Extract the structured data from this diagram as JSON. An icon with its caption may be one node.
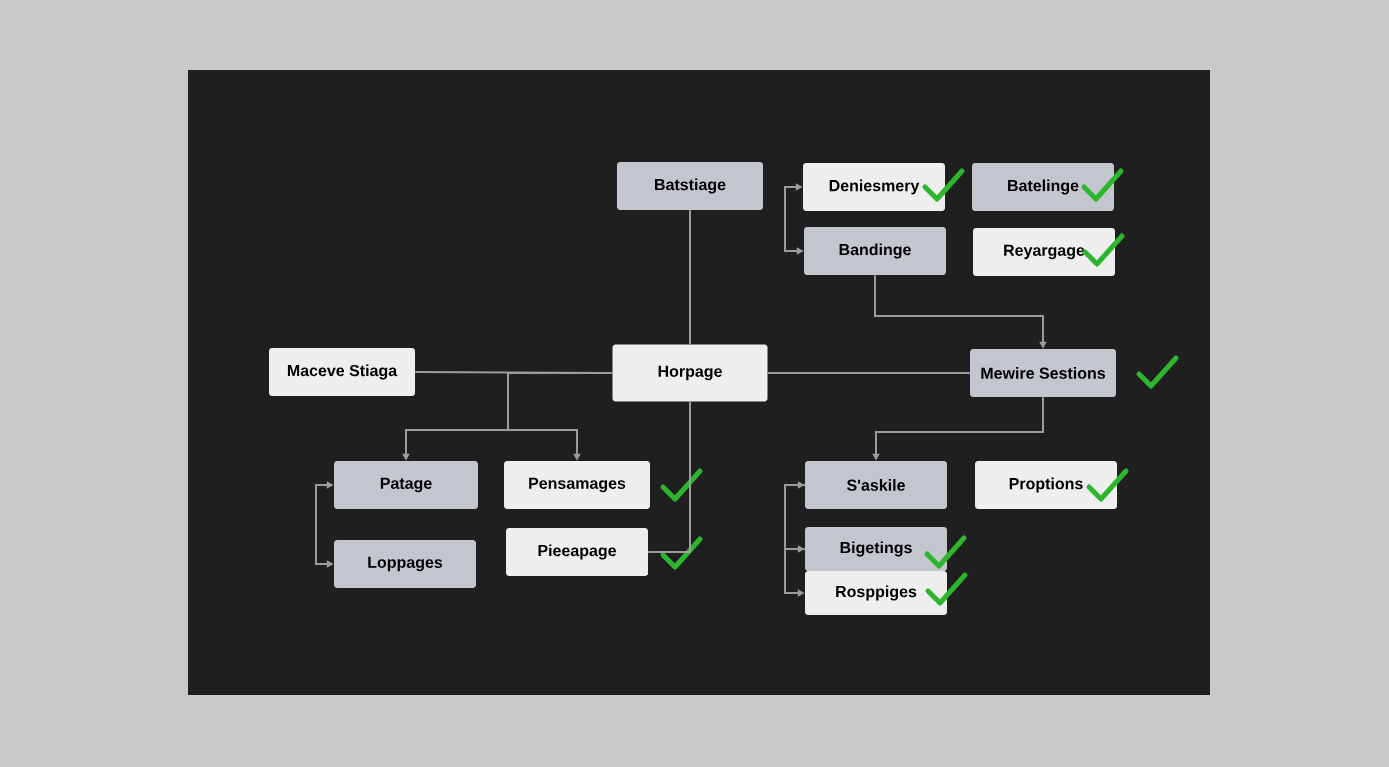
{
  "diagram": {
    "nodes": [
      {
        "text": [
          "Batstiage"
        ]
      },
      {
        "text": [
          "Deniesmery"
        ]
      },
      {
        "text": [
          "Batelinge"
        ]
      },
      {
        "text": [
          "Bandinge"
        ]
      },
      {
        "text": [
          "Reyargage"
        ]
      },
      {
        "text": [
          "Maceve Stiaga"
        ]
      },
      {
        "text": [
          "Horpage"
        ]
      },
      {
        "text": [
          "Mewire Sestions"
        ]
      },
      {
        "text": [
          "Patage"
        ]
      },
      {
        "text": [
          "Pensamages"
        ]
      },
      {
        "text": [
          "S'askile"
        ]
      },
      {
        "text": [
          "Proptions"
        ]
      },
      {
        "text": [
          "Pieeapage"
        ]
      },
      {
        "text": [
          "Loppages"
        ]
      },
      {
        "text": [
          "Bigetings"
        ]
      },
      {
        "text": [
          "Rosppiges"
        ]
      }
    ],
    "edges": [
      {
        "from": 0,
        "to": 6,
        "arrow": "none"
      },
      {
        "from": 5,
        "to": 6,
        "arrow": "none"
      },
      {
        "from": 6,
        "to": 7,
        "arrow": "none"
      },
      {
        "from": 6,
        "to": 8,
        "arrow": "to"
      },
      {
        "from": 6,
        "to": 9,
        "arrow": "to"
      },
      {
        "from": 6,
        "to": 12,
        "arrow": "none"
      },
      {
        "from": 1,
        "to": 3,
        "arrow": "both"
      },
      {
        "from": 3,
        "to": 7,
        "arrow": "to"
      },
      {
        "from": 7,
        "to": 10,
        "arrow": "to"
      },
      {
        "from": 8,
        "to": 13,
        "arrow": "both"
      },
      {
        "from": 10,
        "to": 14,
        "arrow": "to"
      },
      {
        "from": 10,
        "to": 15,
        "arrow": "to"
      },
      {
        "from": 14,
        "to": 10,
        "arrow": "to"
      }
    ]
  }
}
